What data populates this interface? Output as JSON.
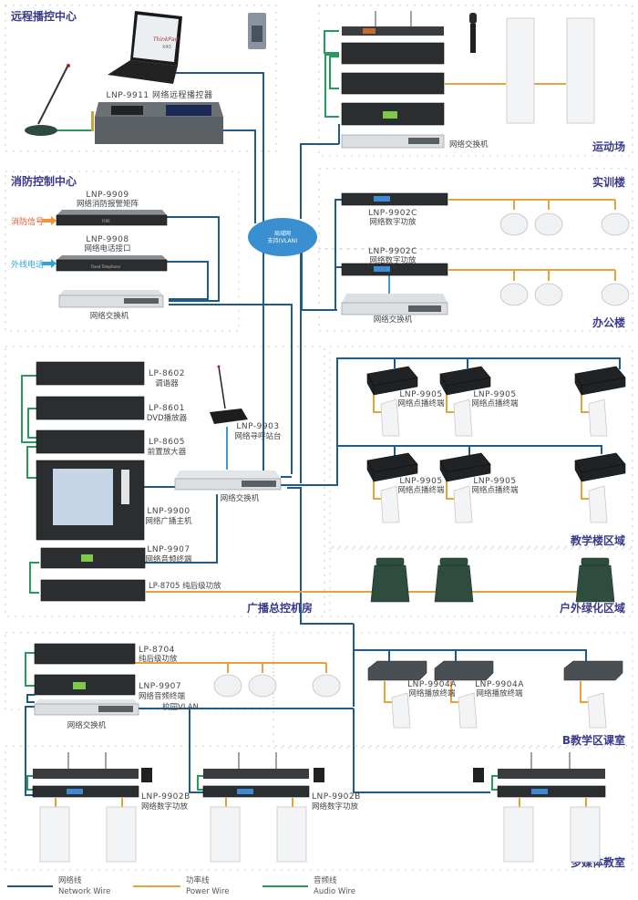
{
  "zones": {
    "remote_center": "远程播控中心",
    "fire_center": "消防控制中心",
    "sports_field": "运动场",
    "training_building": "实训楼",
    "office_building": "办公楼",
    "broadcast_room": "广播总控机房",
    "teaching_area": "教学楼区域",
    "outdoor_green": "户外绿化区域",
    "b_classrooms": "B教学区课室",
    "multimedia_classroom": "多媒体教室"
  },
  "devices": {
    "lnp9911": "LNP-9911  网络远程播控器",
    "laptop_brand": "ThinkPad",
    "laptop_model": "X40",
    "lnp9909_model": "LNP-9909",
    "lnp9909_name": "网络消防报警矩阵",
    "lnp9909_panel": "FIRE",
    "lnp9908_model": "LNP-9908",
    "lnp9908_name": "网络电话接口",
    "lnp9908_panel": "Fixed Telephone",
    "fire_signal": "消防信号",
    "outside_phone": "外线电话",
    "switch": "网络交换机",
    "lan_cloud_line1": "局域网",
    "lan_cloud_line2": "支持(VLAN)",
    "lnp9902c_model": "LNP-9902C",
    "lnp9902c_name": "网络数字功放",
    "lp8602_model": "LP-8602",
    "lp8602_name": "调谐器",
    "lp8601_model": "LP-8601",
    "lp8601_name": "DVD播放器",
    "lp8605_model": "LP-8605",
    "lp8605_name": "前置放大器",
    "lnp9900_model": "LNP-9900",
    "lnp9900_name": "网络广播主机",
    "lnp9903_model": "LNP-9903",
    "lnp9903_name": "网络寻呼站台",
    "lnp9907_model": "LNP-9907",
    "lnp9907_name": "网络音频终端",
    "lp8705": "LP-8705 纯后级功放",
    "lnp9905_model": "LNP-9905",
    "lnp9905_name": "网络点播终端",
    "lp8704_model": "LP-8704",
    "lp8704_name": "纯后级功放",
    "campus_vlan": "校园VLAN",
    "lnp9904a_model": "LNP-9904A",
    "lnp9904a_name": "网络播放终端",
    "lnp9902b_model": "LNP-9902B",
    "lnp9902b_name": "网络数字功放"
  },
  "legend": [
    {
      "cn": "网络线",
      "en": "Network Wire",
      "color": "#1f5a8c"
    },
    {
      "cn": "功率线",
      "en": "Power Wire",
      "color": "#e8a23a"
    },
    {
      "cn": "音频线",
      "en": "Audio Wire",
      "color": "#2a9a5a"
    }
  ]
}
